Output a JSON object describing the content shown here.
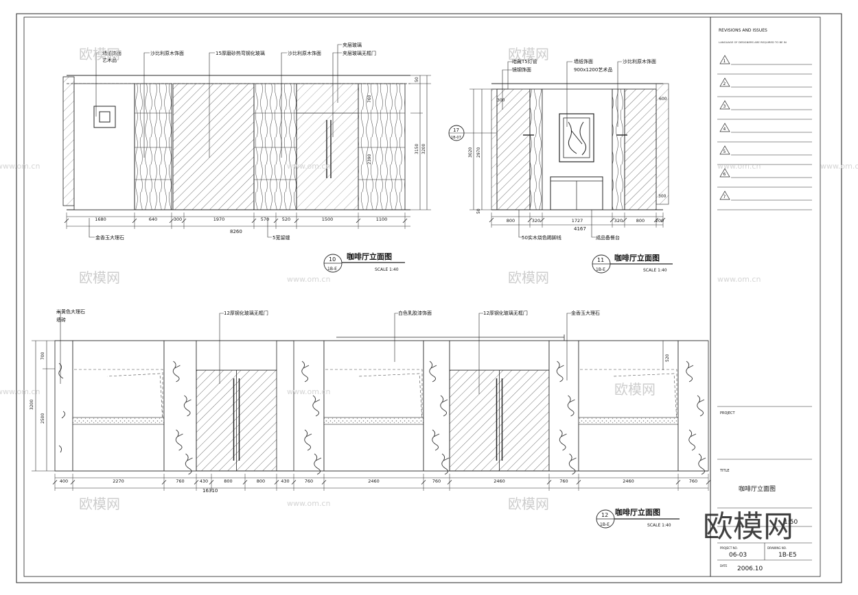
{
  "title_block": {
    "revisions_heading": "REVISIONS AND ISSUES",
    "revisions_subheading": "LANGUAGE OF DESIGNERS ARE REQUIRED TO BE IN",
    "revision_marks": [
      "1",
      "2",
      "3",
      "4",
      "5",
      "6",
      "7"
    ],
    "project_label": "PROJECT",
    "title_label": "TITLE",
    "drawing_title": "咖啡厅立面图",
    "scale_value": "1:50",
    "project_no_label": "PROJECT NO.",
    "project_no": "06-03",
    "drawing_no_label": "DRAWING NO.",
    "drawing_no": "1B-E5",
    "date_label": "DATE",
    "date": "2006.10"
  },
  "elevation_10": {
    "number": "10",
    "sheet_ref": "1B-E",
    "title": "咖啡厅立面图",
    "scale": "SCALE  1:40",
    "labels_top": [
      "墙纸饰面",
      "艺术品",
      "沙比利原木饰面",
      "15厚磨砂热弯钢化玻璃",
      "沙比利原木饰面",
      "夹层玻璃",
      "夹层玻璃无框门"
    ],
    "labels_bottom": [
      "金香玉大理石",
      "5宽留缝"
    ],
    "dims_horizontal": [
      "1680",
      "640",
      "300",
      "1970",
      "570",
      "520",
      "1500",
      "1100"
    ],
    "dim_total": "8260",
    "dims_vertical": [
      "50",
      "760",
      "3150",
      "3200",
      "2390"
    ]
  },
  "elevation_11": {
    "number": "11",
    "sheet_ref": "1B-E",
    "title": "咖啡厅立面图",
    "scale": "SCALE  1:40",
    "callout_number": "17",
    "callout_ref": "1B-07",
    "labels_top": [
      "暗藏T5灯管",
      "镜钢饰面",
      "墙纸饰面",
      "900x1200艺术品",
      "沙比利原木饰面"
    ],
    "labels_bottom": [
      "50实木烧色踢脚线",
      "成品备餐台"
    ],
    "dims_horizontal": [
      "800",
      "320",
      "1727",
      "320",
      "800",
      "200"
    ],
    "dim_total": "4167",
    "dims_vertical": [
      "300",
      "3020",
      "2970",
      "50",
      "300",
      "600"
    ]
  },
  "elevation_12": {
    "number": "12",
    "sheet_ref": "1B-E",
    "title": "咖啡厅立面图",
    "scale": "SCALE  1:40",
    "labels_top": [
      "米黄色大理石",
      "墙砖",
      "12厚钢化玻璃无框门",
      "白色乳胶漆饰面",
      "12厚钢化玻璃无框门",
      "金香玉大理石"
    ],
    "dims_horizontal": [
      "400",
      "2270",
      "760",
      "430",
      "800",
      "800",
      "430",
      "760",
      "2460",
      "760",
      "2460",
      "760",
      "2460",
      "760"
    ],
    "dim_total": "16310",
    "dims_vertical": [
      "700",
      "3200",
      "2500",
      "520"
    ]
  },
  "watermarks": {
    "brand": "欧模网",
    "site": "www.om.cn",
    "large": "欧模网"
  }
}
